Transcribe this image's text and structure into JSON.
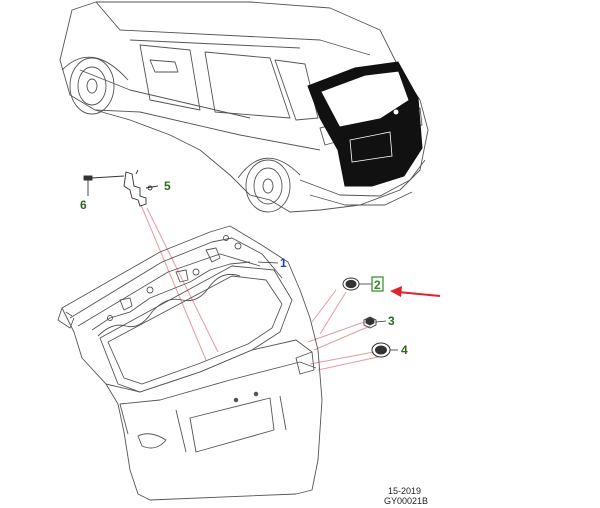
{
  "callouts": [
    {
      "label": "1",
      "color": "#1f3fbf"
    },
    {
      "label": "2",
      "color": "#2f8a1f",
      "highlighted": true
    },
    {
      "label": "3",
      "color": "#2f6a1f"
    },
    {
      "label": "4",
      "color": "#2f6a1f"
    },
    {
      "label": "5",
      "color": "#2f6a1f"
    },
    {
      "label": "6",
      "color": "#2f6a1f"
    }
  ],
  "footer": {
    "date_code": "15-2019",
    "figure_id": "GY00021B"
  },
  "colors": {
    "line": "#555555",
    "leader": "#e79aa0",
    "arrow": "#e2232a",
    "glass": "#111111",
    "highlight_box": "#2f8a1f"
  }
}
